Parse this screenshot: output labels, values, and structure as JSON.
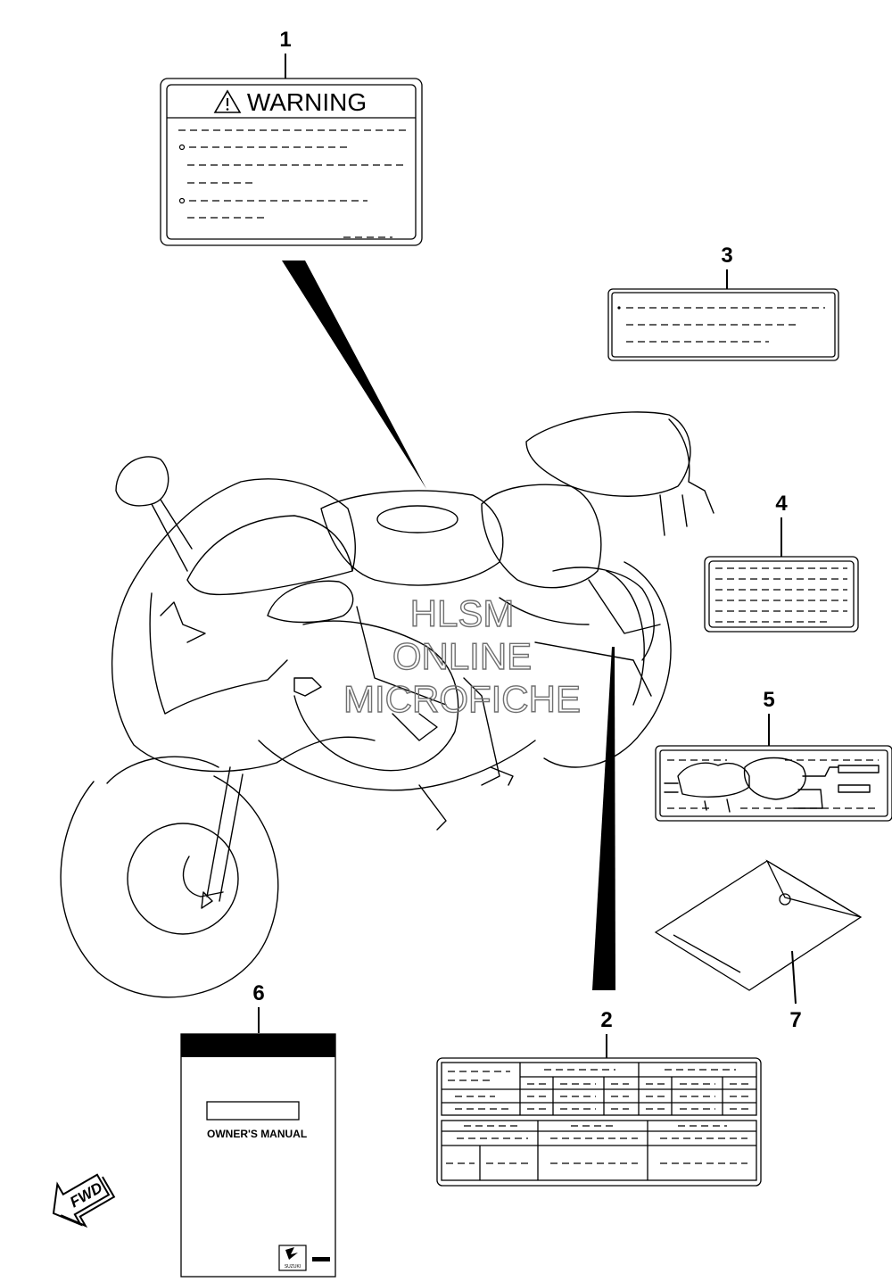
{
  "callouts": [
    {
      "id": "1",
      "label": "1"
    },
    {
      "id": "2",
      "label": "2"
    },
    {
      "id": "3",
      "label": "3"
    },
    {
      "id": "4",
      "label": "4"
    },
    {
      "id": "5",
      "label": "5"
    },
    {
      "id": "6",
      "label": "6"
    },
    {
      "id": "7",
      "label": "7"
    }
  ],
  "label_1": {
    "title": "WARNING"
  },
  "manual_6": {
    "title": "OWNER'S MANUAL",
    "brand": "SUZUKI"
  },
  "fwd_arrow": {
    "text": "FWD"
  },
  "watermark": {
    "line1": "HLSM",
    "line2": "ONLINE",
    "line3": "MICROFICHE"
  }
}
